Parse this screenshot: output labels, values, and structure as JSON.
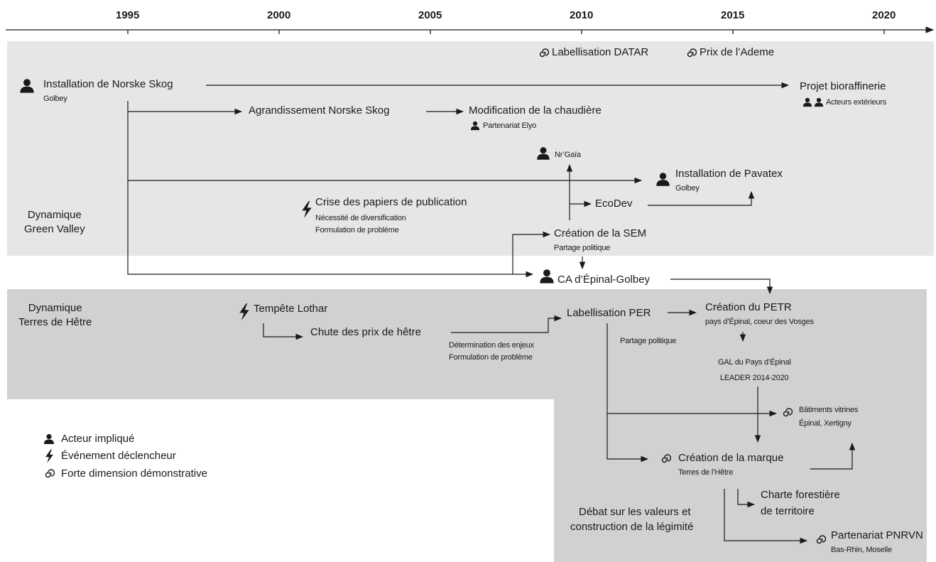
{
  "axis": {
    "years": [
      "1995",
      "2000",
      "2005",
      "2010",
      "2015",
      "2020"
    ]
  },
  "regions": {
    "green_valley": {
      "label": "Dynamique\nGreen Valley",
      "color": "#e6e6e6"
    },
    "terres_de_hetre": {
      "label": "Dynamique\nTerres de Hêtre",
      "color": "#d1d1d1"
    }
  },
  "green_valley": {
    "labellisation_datar": "Labellisation DATAR",
    "prix_ademe": "Prix de l’Ademe",
    "norske_skog": {
      "title": "Installation de Norske Skog",
      "sub": "Golbey"
    },
    "bioraffinerie": {
      "title": "Projet bioraffinerie",
      "sub": "Acteurs extérieurs"
    },
    "agrandissement": "Agrandissement Norske Skog",
    "chaudiere": {
      "title": "Modification de la chaudière",
      "sub": "Partenariat Elyo"
    },
    "nrgaia": "Nr’Gaïa",
    "pavatex": {
      "title": "Installation de Pavatex",
      "sub": "Golbey"
    },
    "crise": {
      "title": "Crise des papiers de publication",
      "sub1": "Nécessité de diversification",
      "sub2": "Formulation de problème"
    },
    "ecodev": "EcoDev",
    "sem": {
      "title": "Création de la SEM",
      "sub": "Partage politique"
    },
    "ca": "CA d’Épinal-Golbey"
  },
  "terres": {
    "lothar": "Tempête Lothar",
    "chute": "Chute des prix de hêtre",
    "enjeux": {
      "line1": "Détermination des enjeux",
      "line2": "Formulation de problème"
    },
    "per": "Labellisation PER",
    "petr": {
      "title": "Création du PETR",
      "sub": "pays d’Épinal, coeur des Vosges"
    },
    "partage": "Partage politique",
    "gal": {
      "line1": "GAL du Pays d’Épinal",
      "line2": "LEADER 2014-2020"
    },
    "batiments": {
      "title": "Bâtiments vitrines",
      "sub": "Épinal, Xertigny"
    },
    "marque": {
      "title": "Création de la marque",
      "sub": "Terres de l’Hêtre"
    },
    "charte": {
      "line1": "Charte forestière",
      "line2": "de territoire"
    },
    "debat": {
      "line1": "Débat sur les valeurs et",
      "line2": "construction de la légimité"
    },
    "pnrvn": {
      "title": "Partenariat PNRVN",
      "sub": "Bas-Rhin, Moselle"
    }
  },
  "legend": {
    "acteur": "Acteur impliqué",
    "evenement": "Événement déclencheur",
    "demonstrative": "Forte dimension démonstrative"
  },
  "icons": {
    "actor": "person-icon",
    "trigger": "lightning-icon",
    "demo": "spiral-icon"
  }
}
